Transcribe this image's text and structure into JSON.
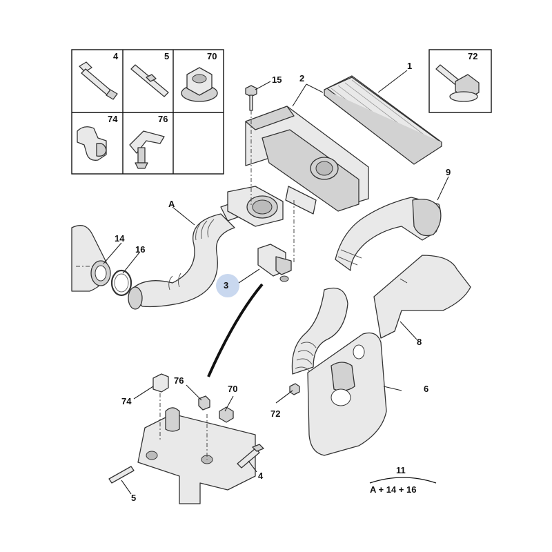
{
  "callouts": {
    "p1": "1",
    "p2": "2",
    "p3": "3",
    "p4": "4",
    "p5": "5",
    "p6": "6",
    "p8": "8",
    "p9": "9",
    "p14": "14",
    "p15": "15",
    "p16": "16",
    "p70": "70",
    "p72": "72",
    "p74": "74",
    "p76": "76",
    "pA": "A",
    "lower_74": "74",
    "lower_76": "76",
    "lower_70": "70",
    "lower_72": "72",
    "lower_4": "4",
    "lower_5": "5"
  },
  "legend_box": {
    "cells": [
      "4",
      "5",
      "70",
      "74",
      "76"
    ],
    "right_cell": "72"
  },
  "kit": {
    "number": "11",
    "contents": "A + 14 + 16"
  },
  "colors": {
    "part_fill": "#e9e9e9",
    "part_shade": "#d2d2d2",
    "outline": "#333333",
    "highlight": "#c9d8ef"
  }
}
